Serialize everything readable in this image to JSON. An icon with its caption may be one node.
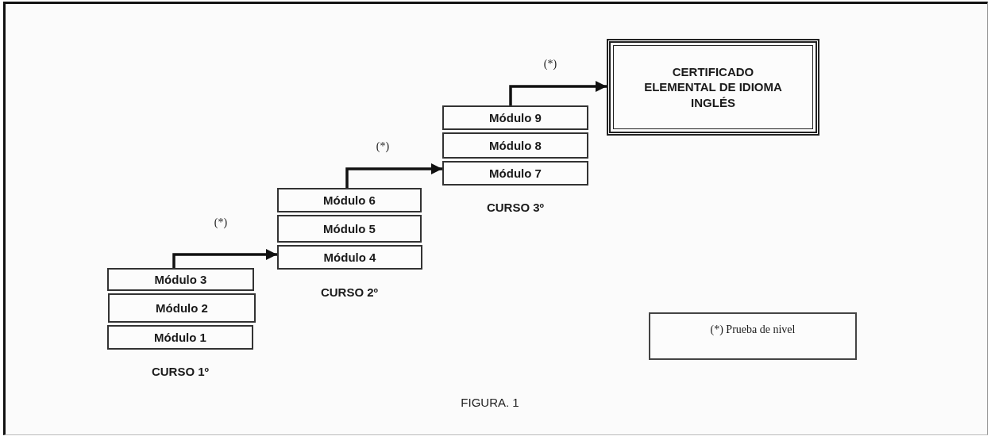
{
  "diagram": {
    "caption": "FIGURA. 1",
    "nodes": [
      {
        "text": [
          "Módulo 3"
        ]
      },
      {
        "text": [
          "Módulo 2"
        ]
      },
      {
        "text": [
          "Módulo 1"
        ],
        "beside": [
          "CURSO 1º"
        ]
      },
      {
        "text": [
          "Módulo 6"
        ]
      },
      {
        "text": [
          "Módulo 5"
        ]
      },
      {
        "text": [
          "Módulo 4"
        ],
        "beside": [
          "CURSO 2º"
        ]
      },
      {
        "text": [
          "Módulo 9"
        ]
      },
      {
        "text": [
          "Módulo 8"
        ]
      },
      {
        "text": [
          "Módulo 7"
        ],
        "beside": [
          "CURSO 3º"
        ]
      },
      {
        "text": [
          "CERTIFICADO ELEMENTAL DE IDIOMA INGLÉS"
        ]
      },
      {
        "text": [
          "(*) Prueba de nivel"
        ]
      }
    ],
    "edges": [
      {
        "from": 0,
        "to": 5,
        "arrow": "to",
        "label": "(*)"
      },
      {
        "from": 3,
        "to": 8,
        "arrow": "to",
        "label": "(*)"
      },
      {
        "from": 6,
        "to": 9,
        "arrow": "to",
        "label": "(*)"
      }
    ]
  }
}
